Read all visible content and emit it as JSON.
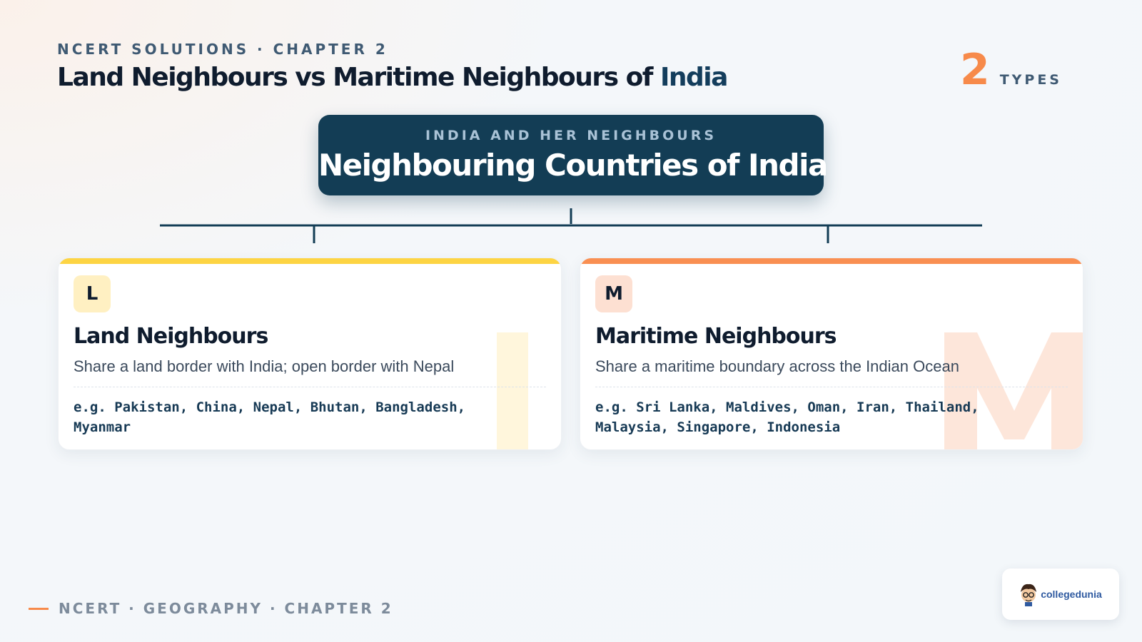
{
  "header": {
    "eyebrow": "NCERT SOLUTIONS · CHAPTER 2",
    "title_main": "Land Neighbours vs Maritime Neighbours of ",
    "title_accent": "India",
    "types_count": "2",
    "types_label": "TYPES"
  },
  "root": {
    "subtitle": "INDIA AND HER NEIGHBOURS",
    "title": "Neighbouring Countries of India"
  },
  "cards": [
    {
      "badge": "L",
      "title": "Land Neighbours",
      "description": "Share a land border with India; open border with Nepal",
      "examples": "e.g. Pakistan, China, Nepal, Bhutan, Bangladesh, Myanmar",
      "accent_color": "#fdd443",
      "watermark": "I"
    },
    {
      "badge": "M",
      "title": "Maritime Neighbours",
      "description": "Share a maritime boundary across the Indian Ocean",
      "examples": "e.g. Sri Lanka, Maldives, Oman, Iran, Thailand, Malaysia, Singapore, Indonesia",
      "accent_color": "#f98f52",
      "watermark": "M"
    }
  ],
  "footer": {
    "text": "NCERT · GEOGRAPHY · CHAPTER 2"
  },
  "logo": {
    "brand": "collegedunia",
    "icon": "mascot-icon"
  },
  "colors": {
    "navy": "#133d55",
    "orange": "#f78a4a",
    "yellow": "#fdd443"
  }
}
